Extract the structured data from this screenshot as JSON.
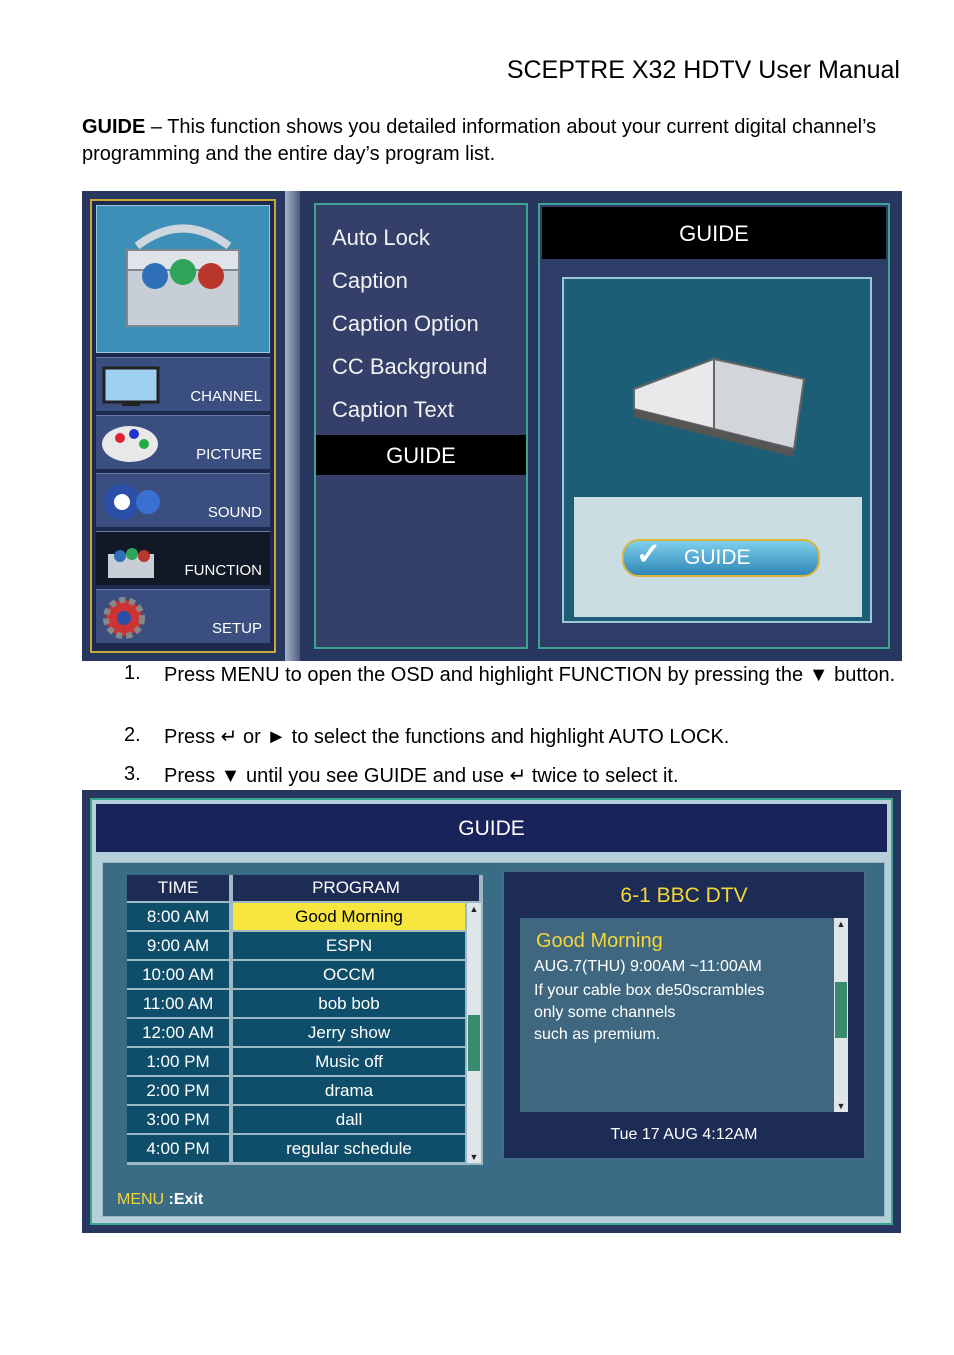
{
  "header": {
    "title": "SCEPTRE X32 HDTV User Manual"
  },
  "intro": {
    "term": "GUIDE",
    "text": " – This function shows you detailed information about your current digital channel’s programming and the entire day’s program list."
  },
  "osd_menu": {
    "side_items": [
      "CHANNEL",
      "PICTURE",
      "SOUND",
      "FUNCTION",
      "SETUP"
    ],
    "list_items": [
      "Auto Lock",
      "Caption",
      "Caption Option",
      "CC Background",
      "Caption Text"
    ],
    "selected_item": "GUIDE",
    "preview_title": "GUIDE",
    "preview_button": "GUIDE"
  },
  "steps": [
    {
      "num": "1.",
      "text": "Press MENU to open the OSD and highlight FUNCTION by pressing the ▼ button."
    },
    {
      "num": "2.",
      "text": "Press ↵ or ► to select the functions and highlight AUTO LOCK."
    },
    {
      "num": "3.",
      "text": "Press ▼ until you see GUIDE and use ↵ twice to select it."
    }
  ],
  "guide_screen": {
    "title": "GUIDE",
    "col_time": "TIME",
    "col_program": "PROGRAM",
    "rows": [
      {
        "time": "8:00 AM",
        "program": "Good Morning"
      },
      {
        "time": "9:00 AM",
        "program": "ESPN"
      },
      {
        "time": "10:00 AM",
        "program": "OCCM"
      },
      {
        "time": "11:00 AM",
        "program": "bob bob"
      },
      {
        "time": "12:00 AM",
        "program": "Jerry show"
      },
      {
        "time": "1:00 PM",
        "program": "Music off"
      },
      {
        "time": "2:00 PM",
        "program": "drama"
      },
      {
        "time": "3:00 PM",
        "program": "dall"
      },
      {
        "time": "4:00 PM",
        "program": "regular  schedule"
      }
    ],
    "channel": "6-1 BBC DTV",
    "info_title": "Good Morning",
    "info_lines": [
      "AUG.7(THU) 9:00AM ~11:00AM",
      "If your cable box de50scrambles",
      "only some channels",
      "such as premium."
    ],
    "current_time": "Tue 17 AUG 4:12AM",
    "footer_key": "MENU",
    "footer_action": " :Exit"
  }
}
